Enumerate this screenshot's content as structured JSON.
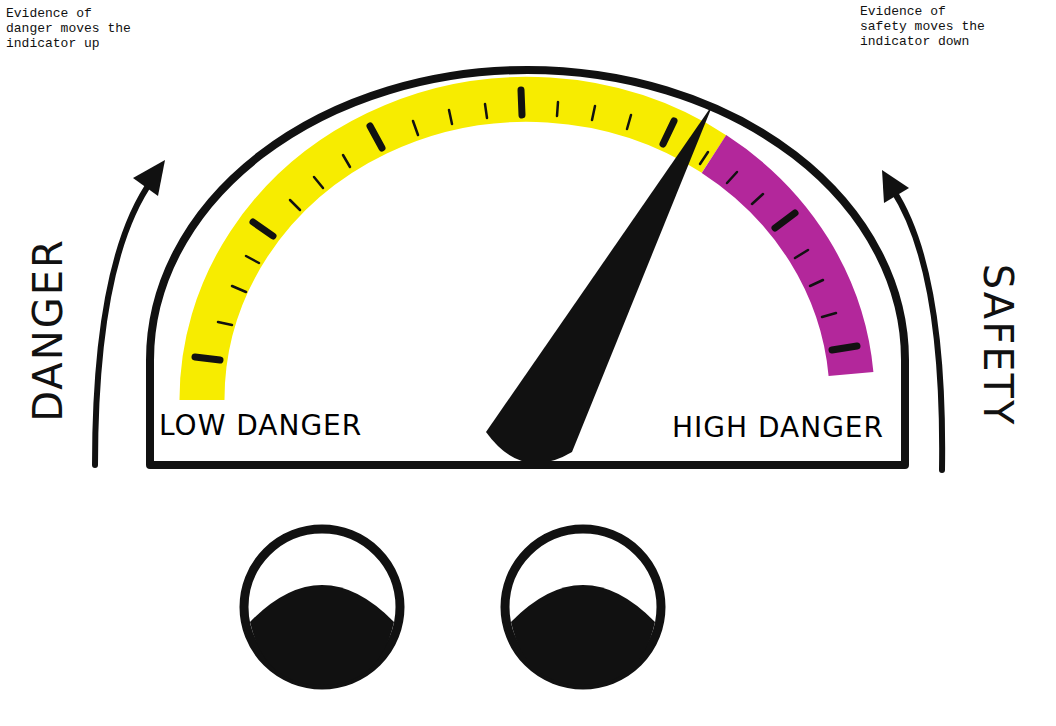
{
  "diagram": {
    "nodes": [
      {
        "text": [
          "LOW DANGER",
          "HIGH DANGER"
        ]
      }
    ],
    "labels": [
      "Evidence of danger moves the indicator up",
      "Evidence of safety moves the indicator down",
      "DANGER",
      "SAFETY"
    ]
  }
}
